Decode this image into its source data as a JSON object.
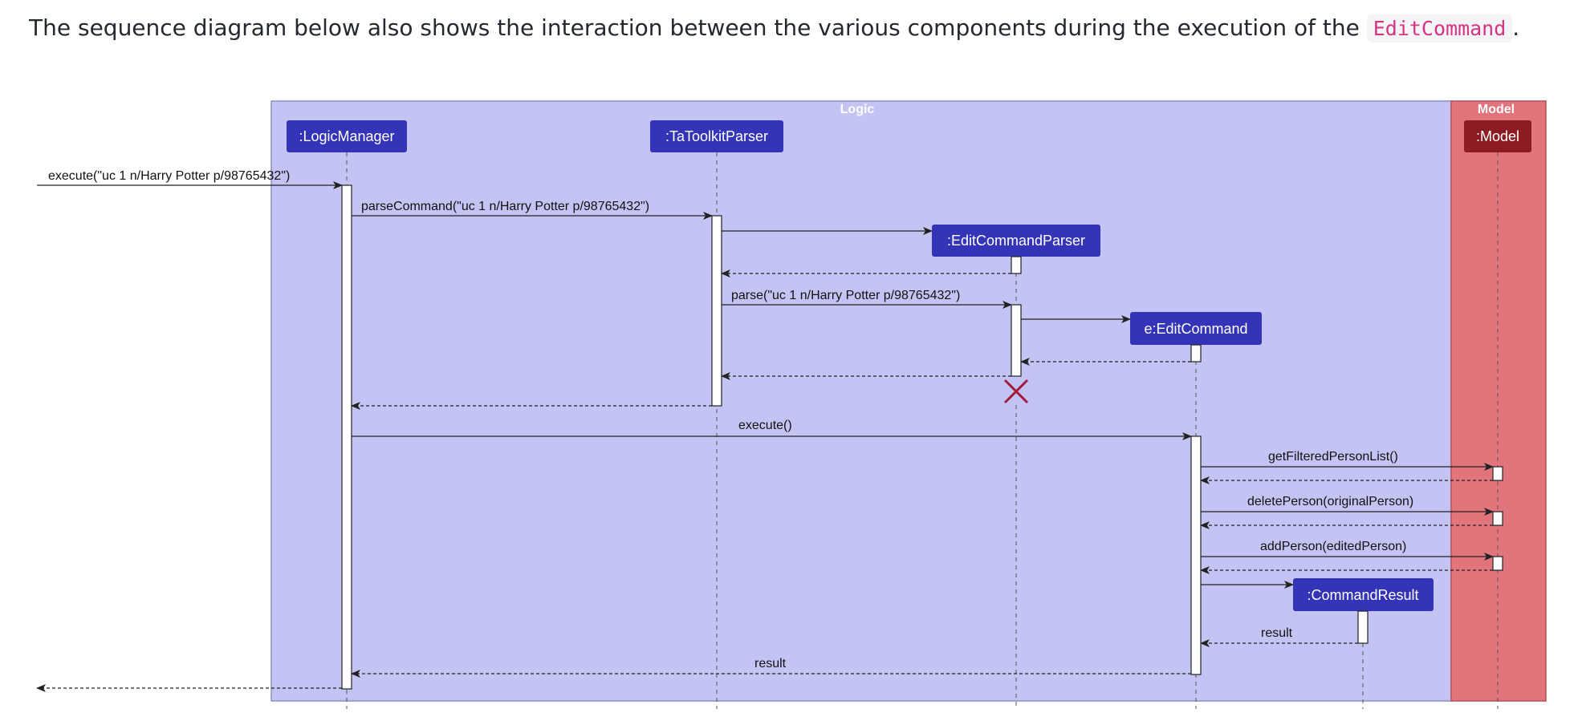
{
  "intro": {
    "before": "The sequence diagram below also shows the interaction between the various components during the execution of the ",
    "code": "EditCommand",
    "after": "."
  },
  "diagram": {
    "boxes": [
      {
        "id": "logic",
        "label": "Logic",
        "fill": "#c4c4f4",
        "stroke": "#8f8fc2"
      },
      {
        "id": "model",
        "label": "Model",
        "fill": "#e2747c",
        "stroke": "#b65058"
      }
    ],
    "participants": [
      {
        "id": "lm",
        "label": ":LogicManager",
        "color": "#3434b8"
      },
      {
        "id": "tp",
        "label": ":TaToolkitParser",
        "color": "#3434b8"
      },
      {
        "id": "ecp",
        "label": ":EditCommandParser",
        "color": "#3434b8"
      },
      {
        "id": "ec",
        "label": "e:EditCommand",
        "color": "#3434b8"
      },
      {
        "id": "cr",
        "label": ":CommandResult",
        "color": "#3434b8"
      },
      {
        "id": "model",
        "label": ":Model",
        "color": "#8c1c22"
      }
    ],
    "messages": [
      {
        "from": "start",
        "to": "lm",
        "label": "execute(\"uc 1 n/Harry Potter p/98765432\")",
        "type": "sync"
      },
      {
        "from": "lm",
        "to": "tp",
        "label": "parseCommand(\"uc 1 n/Harry Potter p/98765432\")",
        "type": "sync"
      },
      {
        "from": "tp",
        "to": "ecp",
        "label": "",
        "type": "create"
      },
      {
        "from": "ecp",
        "to": "tp",
        "label": "",
        "type": "return"
      },
      {
        "from": "tp",
        "to": "ecp",
        "label": "parse(\"uc 1 n/Harry Potter p/98765432\")",
        "type": "sync"
      },
      {
        "from": "ecp",
        "to": "ec",
        "label": "",
        "type": "create"
      },
      {
        "from": "ec",
        "to": "ecp",
        "label": "",
        "type": "return"
      },
      {
        "from": "ecp",
        "to": "tp",
        "label": "",
        "type": "return"
      },
      {
        "from": "tp",
        "to": "lm",
        "label": "",
        "type": "return"
      },
      {
        "from": "lm",
        "to": "ec",
        "label": "execute()",
        "type": "sync"
      },
      {
        "from": "ec",
        "to": "model",
        "label": "getFilteredPersonList()",
        "type": "sync"
      },
      {
        "from": "model",
        "to": "ec",
        "label": "",
        "type": "return"
      },
      {
        "from": "ec",
        "to": "model",
        "label": "deletePerson(originalPerson)",
        "type": "sync"
      },
      {
        "from": "model",
        "to": "ec",
        "label": "",
        "type": "return"
      },
      {
        "from": "ec",
        "to": "model",
        "label": "addPerson(editedPerson)",
        "type": "sync"
      },
      {
        "from": "model",
        "to": "ec",
        "label": "",
        "type": "return"
      },
      {
        "from": "ec",
        "to": "cr",
        "label": "",
        "type": "create"
      },
      {
        "from": "cr",
        "to": "ec",
        "label": "result",
        "type": "return"
      },
      {
        "from": "ec",
        "to": "lm",
        "label": "result",
        "type": "return"
      },
      {
        "from": "lm",
        "to": "start",
        "label": "",
        "type": "return"
      }
    ],
    "destroyed": [
      "ecp"
    ]
  }
}
